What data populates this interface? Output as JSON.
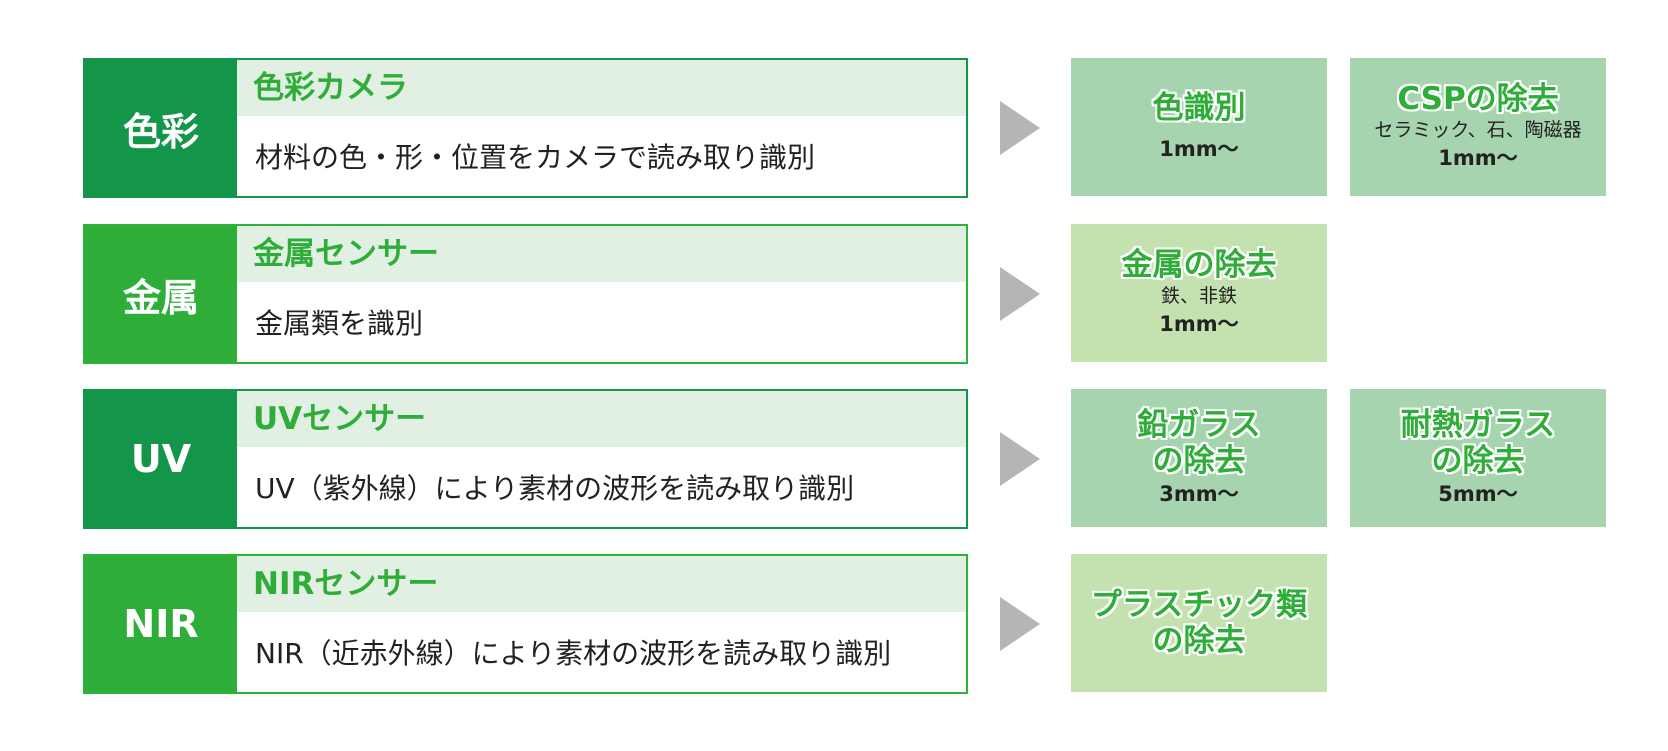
{
  "sensors": [
    {
      "tag": "色彩",
      "title": "色彩カメラ",
      "description": "材料の色・形・位置をカメラで読み取り識別"
    },
    {
      "tag": "金属",
      "title": "金属センサー",
      "description": "金属類を識別"
    },
    {
      "tag": "UV",
      "title": "UVセンサー",
      "description": "UV（紫外線）により素材の波形を読み取り識別"
    },
    {
      "tag": "NIR",
      "title": "NIRセンサー",
      "description": "NIR（近赤外線）により素材の波形を読み取り識別"
    }
  ],
  "results": {
    "color_id": {
      "title": "色識別",
      "size": "1mm～"
    },
    "csp_removal": {
      "title": "CSPの除去",
      "sub": "セラミック、石、陶磁器",
      "size": "1mm～"
    },
    "metal_removal": {
      "title": "金属の除去",
      "sub": "鉄、非鉄",
      "size": "1mm～"
    },
    "lead_glass_removal": {
      "title_line1": "鉛ガラス",
      "title_line2": "の除去",
      "size": "3mm～"
    },
    "heat_glass_removal": {
      "title_line1": "耐熱ガラス",
      "title_line2": "の除去",
      "size": "5mm～"
    },
    "plastic_removal": {
      "title_line1": "プラスチック類",
      "title_line2": "の除去"
    }
  },
  "colors": {
    "dark_green": "#14964a",
    "green": "#2eae39",
    "title_band": "#e2efe3",
    "result_a": "#a6d4ae",
    "result_b": "#c4e1b0",
    "arrow_gray": "#b5b5b5"
  }
}
